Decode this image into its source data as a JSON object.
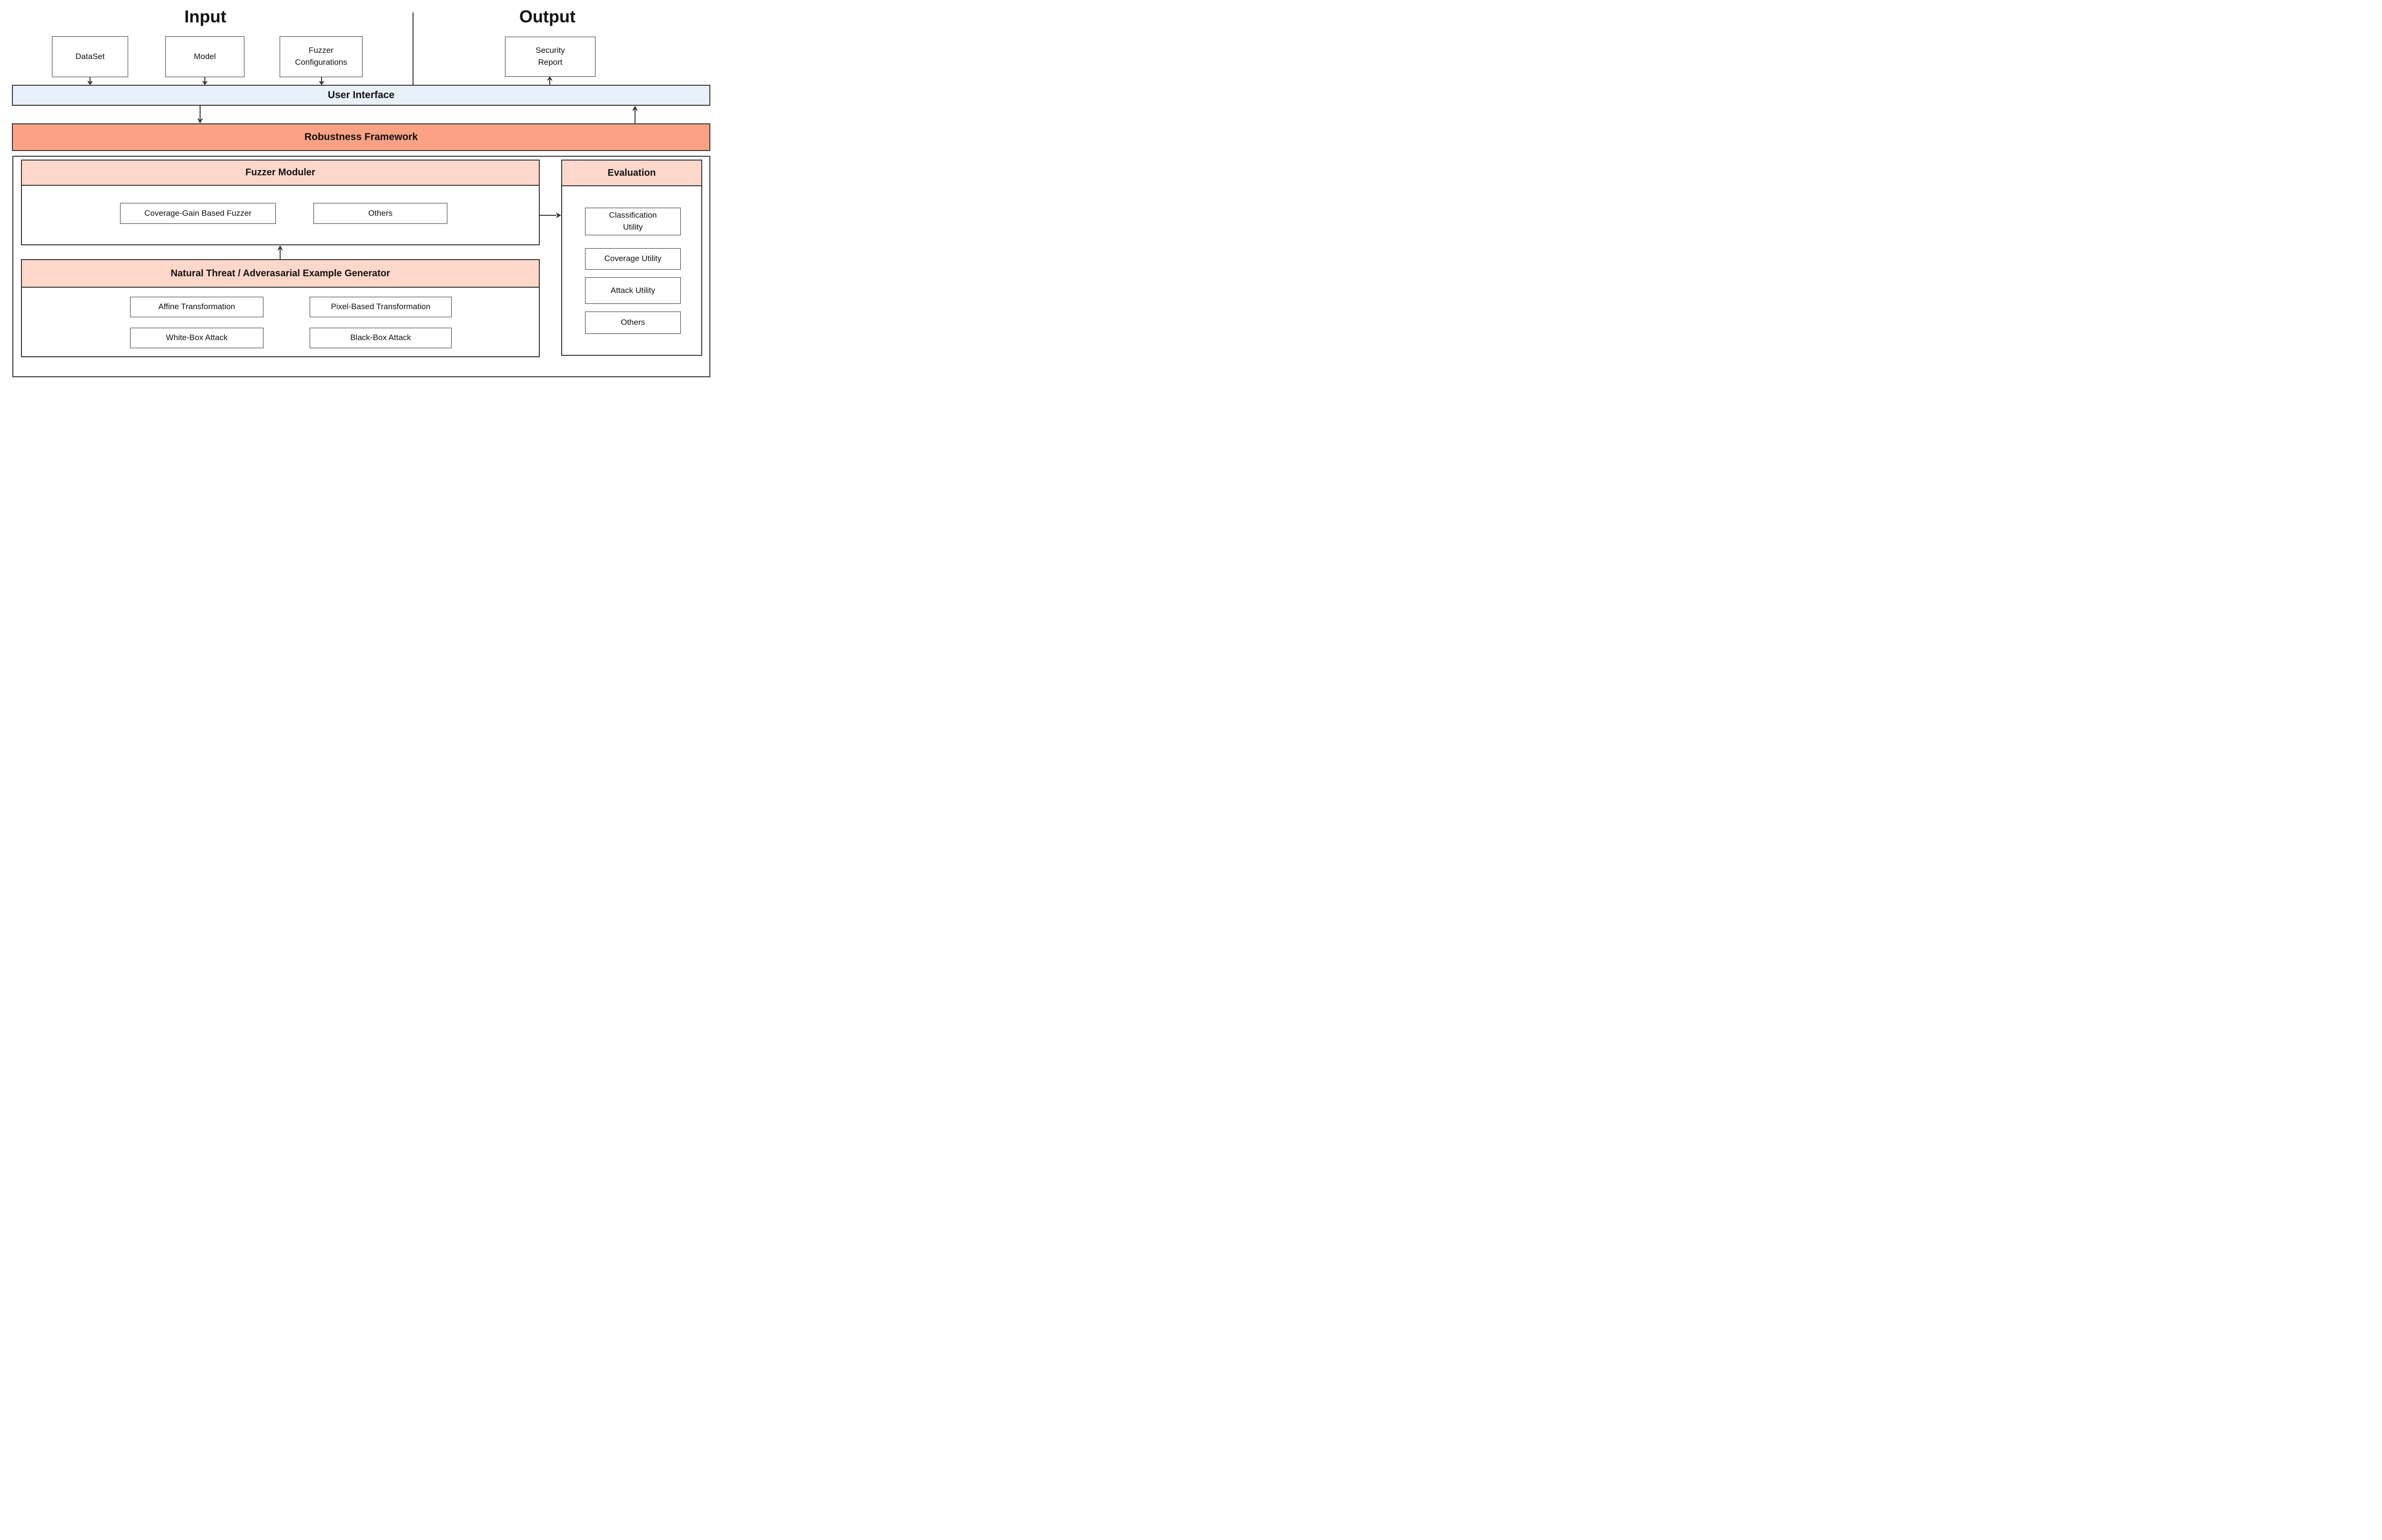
{
  "titles": {
    "input": "Input",
    "output": "Output"
  },
  "nodes": {
    "dataset": "DataSet",
    "model": "Model",
    "fuzzer_configurations": "Fuzzer\nConfigurations",
    "security_report": "Security\nReport"
  },
  "bars": {
    "user_interface": "User Interface",
    "robustness_framework": "Robustness Framework"
  },
  "sections": {
    "fuzzer_module": {
      "title": "Fuzzer Moduler",
      "items": [
        "Coverage-Gain Based Fuzzer",
        "Others"
      ]
    },
    "generator": {
      "title": "Natural Threat / Adverasarial Example Generator",
      "items": [
        "Affine Transformation",
        "Pixel-Based Transformation",
        "White-Box Attack",
        "Black-Box Attack"
      ]
    },
    "evaluation": {
      "title": "Evaluation",
      "items": [
        "Classification\nUtility",
        "Coverage Utility",
        "Attack Utility",
        "Others"
      ]
    }
  },
  "colors": {
    "ui_bar_fill": "#e8f0fa",
    "framework_bar_fill": "#fba285",
    "section_header_fill": "#fdd8ca",
    "border": "#333333",
    "text": "#111111"
  }
}
